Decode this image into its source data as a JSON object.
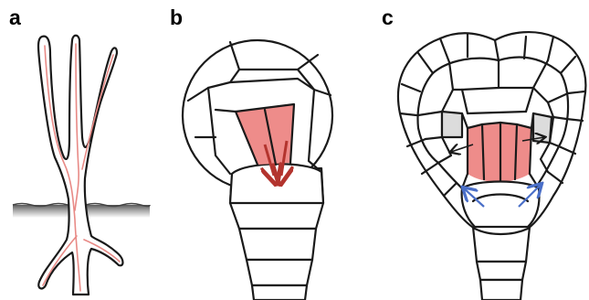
{
  "panels": {
    "a": {
      "label": "a"
    },
    "b": {
      "label": "b"
    },
    "c": {
      "label": "c"
    }
  },
  "colors": {
    "outline": "#1a1a1a",
    "red_tissue": "#ee8c8a",
    "red_arrow": "#b3342e",
    "blue_arrow": "#4a6fc8",
    "grey_cell": "#dcdcdc",
    "vein": "#e88a86",
    "soil": "#8c8c8c"
  },
  "icons": {
    "b_arrows": "red-downward-arrows",
    "c_black_arrows": "black-lateral-arrows",
    "c_blue_arrows": "blue-diagonal-arrows"
  }
}
